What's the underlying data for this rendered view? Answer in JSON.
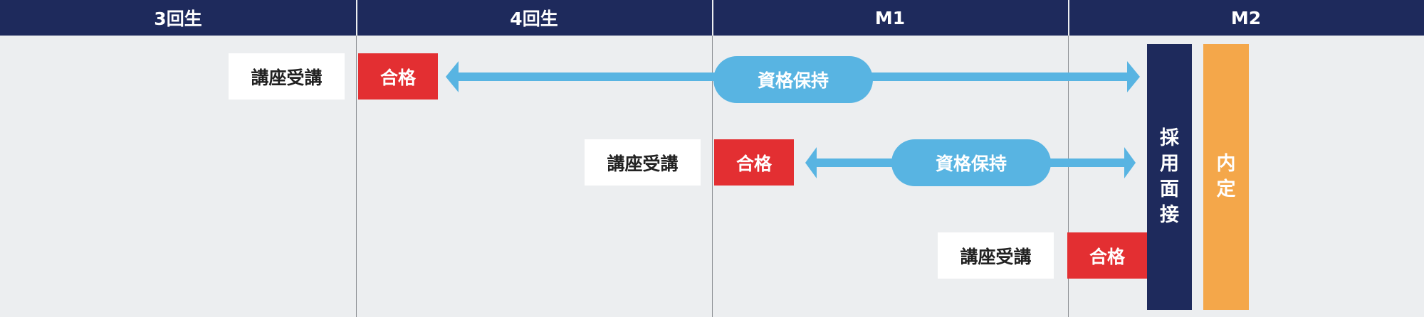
{
  "timeline": {
    "periods": [
      "3回生",
      "4回生",
      "M1",
      "M2"
    ]
  },
  "tracks": [
    {
      "course_label": "講座受講",
      "pass_label": "合格",
      "hold_label": "資格保持"
    },
    {
      "course_label": "講座受講",
      "pass_label": "合格",
      "hold_label": "資格保持"
    },
    {
      "course_label": "講座受講",
      "pass_label": "合格"
    }
  ],
  "milestones": {
    "interview_label": "採用面接",
    "offer_label": "内定"
  },
  "colors": {
    "header": "#1e2a5c",
    "background": "#eceef0",
    "pass": "#e32f32",
    "hold": "#58b4e2",
    "interview": "#1e2a5c",
    "offer": "#f4a74a",
    "course": "#ffffff"
  }
}
